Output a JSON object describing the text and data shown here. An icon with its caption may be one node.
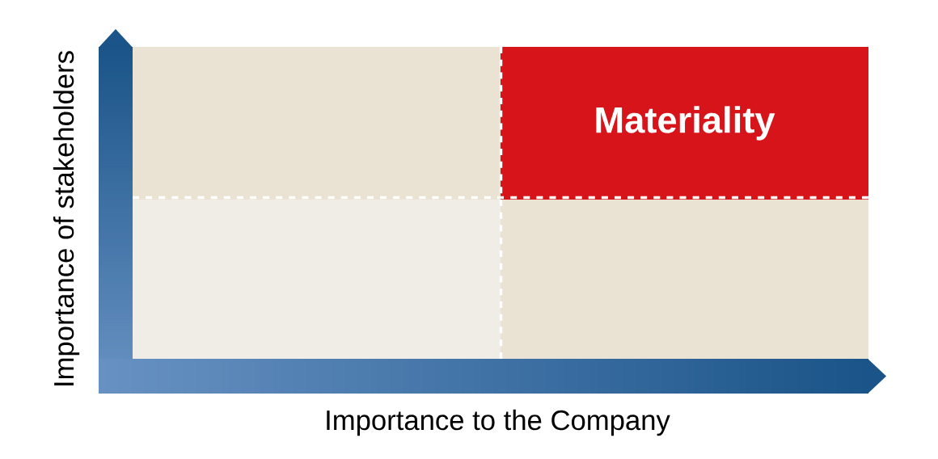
{
  "diagram": {
    "nodes": [
      {
        "text": [],
        "shape": "box"
      },
      {
        "text": [
          "Materiality"
        ]
      },
      {
        "text": [],
        "shape": "box"
      },
      {
        "text": [],
        "shape": "box"
      }
    ],
    "labels": [
      "Importance of stakeholders",
      "Importance to the Company"
    ]
  }
}
